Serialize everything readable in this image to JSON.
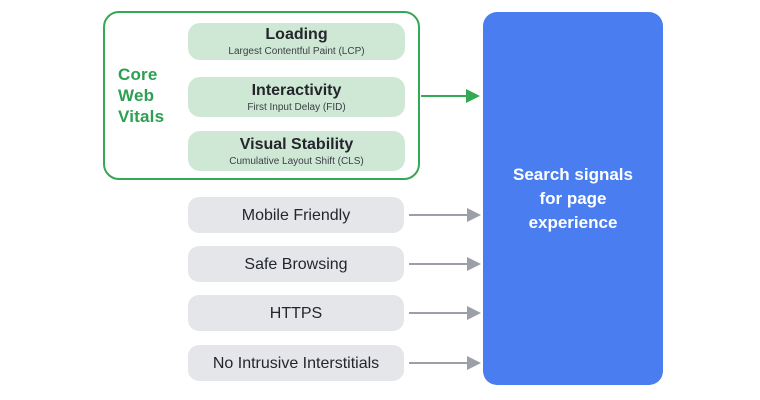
{
  "diagram": {
    "title": "Search signals for page experience",
    "colors": {
      "green_accent": "#34a853",
      "green_pill_bg": "#cfe8d5",
      "gray_pill_bg": "#e4e6ea",
      "blue_box_bg": "#4a7ef0",
      "text_dark": "#23262b",
      "arrow_gray": "#9aa0a6",
      "arrow_green": "#34a853",
      "canvas_bg": "#ffffff"
    },
    "core_web_vitals": {
      "group_label_lines": [
        "Core",
        "Web",
        "Vitals"
      ],
      "group_label": "Core Web Vitals",
      "items": [
        {
          "title": "Loading",
          "subtitle": "Largest Contentful Paint (LCP)",
          "abbr": "LCP"
        },
        {
          "title": "Interactivity",
          "subtitle": "First Input Delay (FID)",
          "abbr": "FID"
        },
        {
          "title": "Visual Stability",
          "subtitle": "Cumulative Layout Shift (CLS)",
          "abbr": "CLS"
        }
      ]
    },
    "other_signals": [
      {
        "label": "Mobile Friendly"
      },
      {
        "label": "Safe Browsing"
      },
      {
        "label": "HTTPS"
      },
      {
        "label": "No Intrusive Interstitials"
      }
    ],
    "result": {
      "text": "Search signals\nfor page\nexperience",
      "line_1": "Search signals",
      "line_2": "for page",
      "line_3": "experience"
    },
    "arrows": [
      {
        "from": "core-web-vitals-group",
        "to": "search-signals-box",
        "color": "#34a853"
      },
      {
        "from": "mobile-friendly",
        "to": "search-signals-box",
        "color": "#9aa0a6"
      },
      {
        "from": "safe-browsing",
        "to": "search-signals-box",
        "color": "#9aa0a6"
      },
      {
        "from": "https",
        "to": "search-signals-box",
        "color": "#9aa0a6"
      },
      {
        "from": "no-intrusive-interstitials",
        "to": "search-signals-box",
        "color": "#9aa0a6"
      }
    ]
  }
}
